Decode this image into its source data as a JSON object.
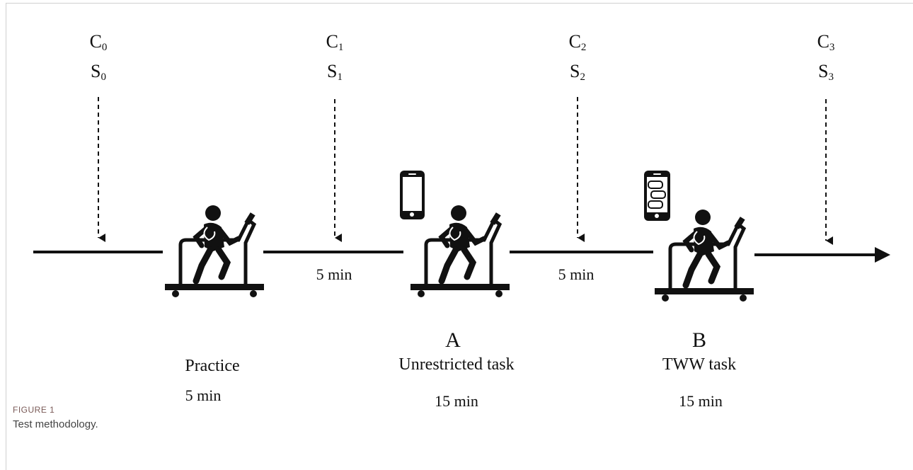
{
  "checkpoints": [
    {
      "c": "C",
      "c_sub": "0",
      "s": "S",
      "s_sub": "0"
    },
    {
      "c": "C",
      "c_sub": "1",
      "s": "S",
      "s_sub": "1"
    },
    {
      "c": "C",
      "c_sub": "2",
      "s": "S",
      "s_sub": "2"
    },
    {
      "c": "C",
      "c_sub": "3",
      "s": "S",
      "s_sub": "3"
    }
  ],
  "intervals": [
    "5 min",
    "5 min"
  ],
  "stages": [
    {
      "letter": "",
      "name": "Practice",
      "duration": "5 min"
    },
    {
      "letter": "A",
      "name": "Unrestricted task",
      "duration": "15 min"
    },
    {
      "letter": "B",
      "name": "TWW task",
      "duration": "15 min"
    }
  ],
  "figure": {
    "label": "FIGURE 1",
    "caption": "Test methodology."
  },
  "icons": [
    "treadmill-runner-icon",
    "smartphone-icon",
    "smartphone-chat-icon"
  ],
  "colors": {
    "ink": "#111111",
    "caption_label": "#7a5a57"
  }
}
